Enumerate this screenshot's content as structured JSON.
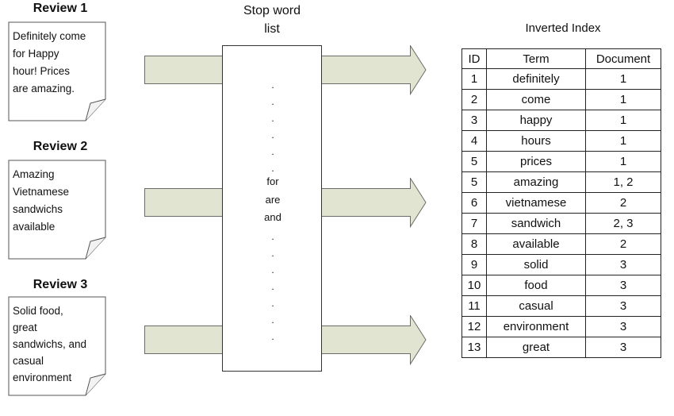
{
  "reviews": [
    {
      "title": "Review 1",
      "lines": [
        "Definitely come",
        "for Happy",
        "hour! Prices",
        "are amazing."
      ]
    },
    {
      "title": "Review 2",
      "lines": [
        "Amazing",
        "Vietnamese",
        "sandwichs",
        "available"
      ]
    },
    {
      "title": "Review 3",
      "lines": [
        "Solid food,",
        "great",
        "sandwichs, and",
        "casual",
        "environment"
      ]
    }
  ],
  "stopword": {
    "title_line1": "Stop word",
    "title_line2": "list",
    "words": [
      "for",
      "are",
      "and"
    ],
    "ellipsis": "."
  },
  "index": {
    "title": "Inverted Index",
    "headers": [
      "ID",
      "Term",
      "Document"
    ],
    "rows": [
      [
        "1",
        "definitely",
        "1"
      ],
      [
        "2",
        "come",
        "1"
      ],
      [
        "3",
        "happy",
        "1"
      ],
      [
        "4",
        "hours",
        "1"
      ],
      [
        "5",
        "prices",
        "1"
      ],
      [
        "5",
        "amazing",
        "1, 2"
      ],
      [
        "6",
        "vietnamese",
        "2"
      ],
      [
        "7",
        "sandwich",
        "2, 3"
      ],
      [
        "8",
        "available",
        "2"
      ],
      [
        "9",
        "solid",
        "3"
      ],
      [
        "10",
        "food",
        "3"
      ],
      [
        "11",
        "casual",
        "3"
      ],
      [
        "12",
        "environment",
        "3"
      ],
      [
        "13",
        "great",
        "3"
      ]
    ]
  },
  "colors": {
    "arrow_fill": "#e0e4d0",
    "arrow_stroke": "#6b6b6b",
    "border": "#333333"
  }
}
